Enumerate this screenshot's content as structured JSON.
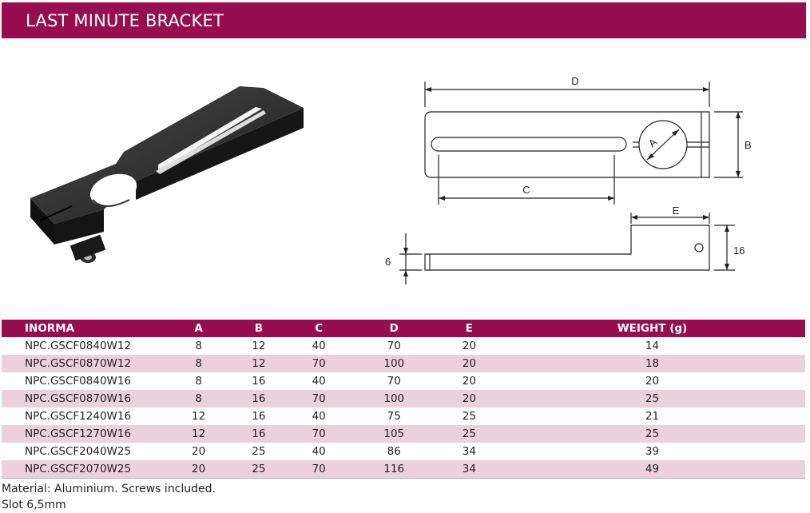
{
  "header": {
    "title": "LAST MINUTE BRACKET"
  },
  "drawing": {
    "dim_d": "D",
    "dim_a": "A",
    "dim_b": "B",
    "dim_c": "C",
    "dim_e": "E",
    "dim_6": "6",
    "dim_16": "16"
  },
  "colors": {
    "brand": "#960e4f",
    "row_alt": "#ead1dc"
  },
  "table": {
    "headers": [
      "INORMA",
      "A",
      "B",
      "C",
      "D",
      "E",
      "WEIGHT (g)"
    ],
    "rows": [
      [
        "NPC.GSCF0840W12",
        "8",
        "12",
        "40",
        "70",
        "20",
        "14"
      ],
      [
        "NPC.GSCF0870W12",
        "8",
        "12",
        "70",
        "100",
        "20",
        "18"
      ],
      [
        "NPC.GSCF0840W16",
        "8",
        "16",
        "40",
        "70",
        "20",
        "20"
      ],
      [
        "NPC.GSCF0870W16",
        "8",
        "16",
        "70",
        "100",
        "20",
        "25"
      ],
      [
        "NPC.GSCF1240W16",
        "12",
        "16",
        "40",
        "75",
        "25",
        "21"
      ],
      [
        "NPC.GSCF1270W16",
        "12",
        "16",
        "70",
        "105",
        "25",
        "25"
      ],
      [
        "NPC.GSCF2040W25",
        "20",
        "25",
        "40",
        "86",
        "34",
        "39"
      ],
      [
        "NPC.GSCF2070W25",
        "20",
        "25",
        "70",
        "116",
        "34",
        "49"
      ]
    ]
  },
  "notes": {
    "material": "Material: Aluminium. Screws included.",
    "slot": "Slot 6,5mm"
  }
}
